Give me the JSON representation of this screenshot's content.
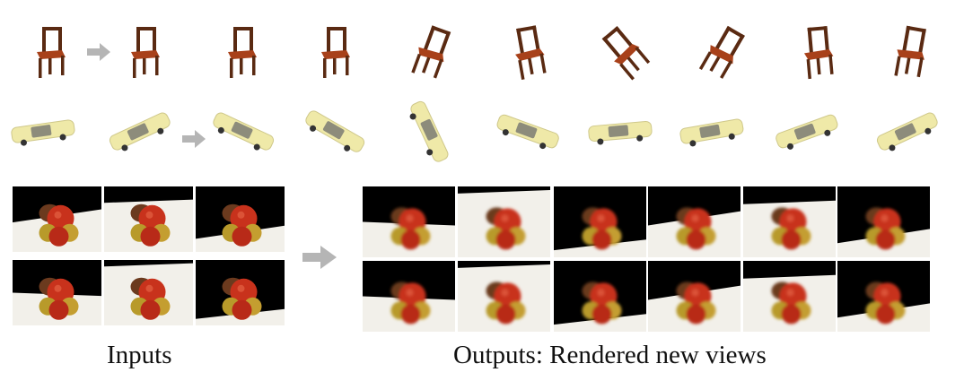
{
  "captions": {
    "inputs": "Inputs",
    "outputs": "Outputs: Rendered new views"
  },
  "rows": {
    "chairs": {
      "input_count": 1,
      "output_count": 9
    },
    "cars": {
      "input_count": 2,
      "output_count": 8
    },
    "fruit_inputs": {
      "grid": "2x3"
    },
    "fruit_outputs": {
      "grid": "2x6"
    }
  },
  "colors": {
    "arrow": "#b5b5b5",
    "chair_wood": "#5a2a12",
    "chair_seat": "#a8411a",
    "car_body": "#efe9a8",
    "background_black": "#000000",
    "table_white": "#f2f0ea"
  }
}
